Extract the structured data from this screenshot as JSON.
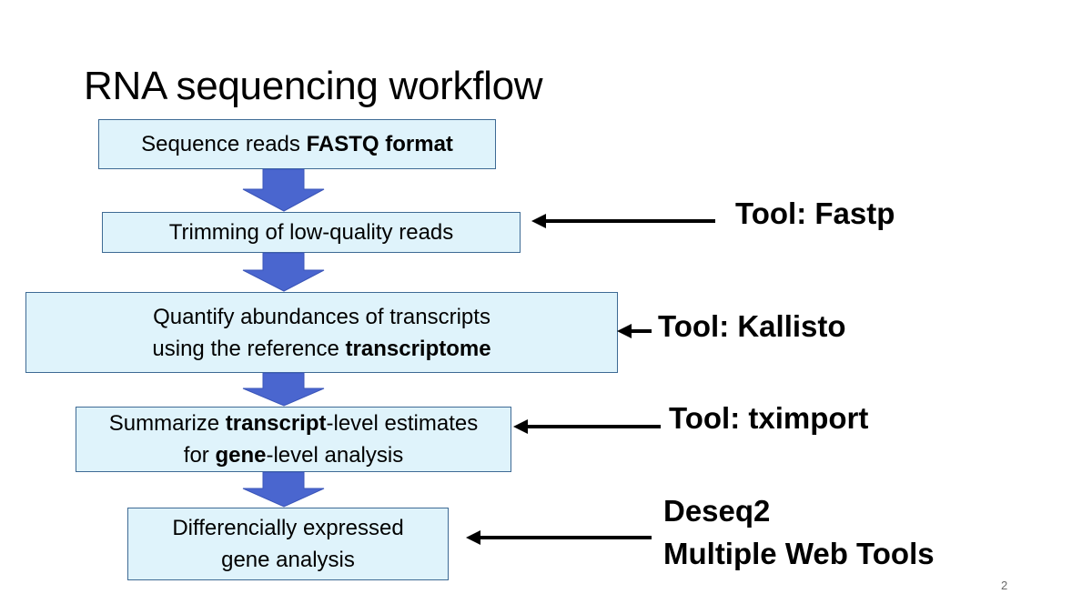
{
  "slide": {
    "title": "RNA sequencing workflow",
    "page_number": "2"
  },
  "steps": [
    {
      "line1": [
        {
          "t": "Sequence reads "
        },
        {
          "t": "FASTQ format",
          "b": true
        }
      ],
      "line2": []
    },
    {
      "line1": [
        {
          "t": "Trimming of low-quality reads"
        }
      ],
      "line2": []
    },
    {
      "line1": [
        {
          "t": "Quantify abundances of transcripts"
        }
      ],
      "line2": [
        {
          "t": "using the reference "
        },
        {
          "t": "transcriptome",
          "b": true
        }
      ]
    },
    {
      "line1": [
        {
          "t": "Summarize "
        },
        {
          "t": "transcript",
          "b": true
        },
        {
          "t": "-level estimates"
        }
      ],
      "line2": [
        {
          "t": "for "
        },
        {
          "t": "gene",
          "b": true
        },
        {
          "t": "-level analysis"
        }
      ]
    },
    {
      "line1": [
        {
          "t": "Differencially expressed"
        }
      ],
      "line2": [
        {
          "t": "gene analysis"
        }
      ]
    }
  ],
  "tools": {
    "fastp": "Tool: Fastp",
    "kallisto": "Tool: Kallisto",
    "tximport": "Tool: tximport",
    "deseq_line1": "Deseq2",
    "deseq_line2": "Multiple Web Tools"
  },
  "colors": {
    "box_fill": "#dff3fb",
    "box_border": "#3e6a94",
    "down_arrow": "#4a66cf",
    "pointer_arrow": "#000000"
  }
}
